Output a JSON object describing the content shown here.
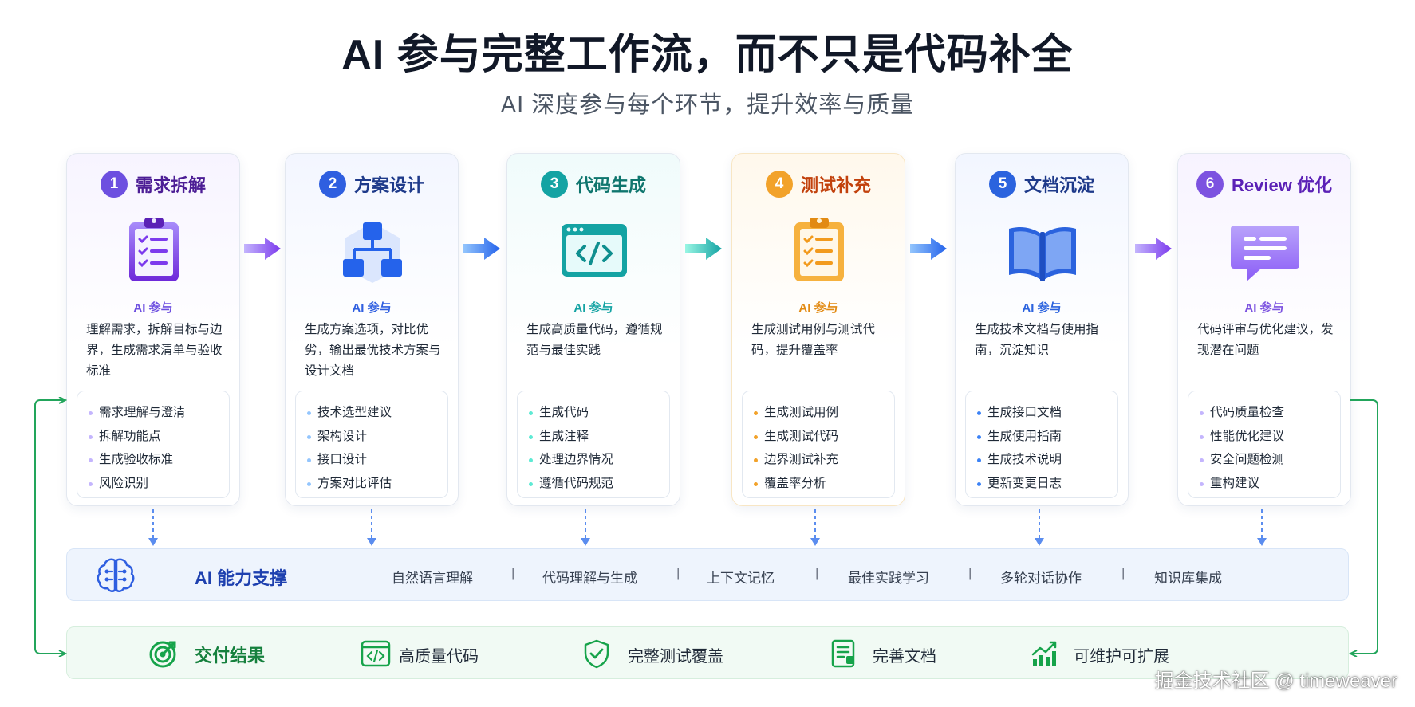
{
  "header": {
    "title": "AI 参与完整工作流，而不只是代码补全",
    "subtitle": "AI 深度参与每个环节，提升效率与质量"
  },
  "steps": [
    {
      "number": "1",
      "title": "需求拆解",
      "icon": "clipboard-checklist-icon",
      "color": "#6d4fe0",
      "ai_label": "AI 参与",
      "desc": "理解需求，拆解目标与边界，生成需求清单与验收标准",
      "items": [
        "需求理解与澄清",
        "拆解功能点",
        "生成验收标准",
        "风险识别"
      ]
    },
    {
      "number": "2",
      "title": "方案设计",
      "icon": "hierarchy-diagram-icon",
      "color": "#2f5fe0",
      "ai_label": "AI 参与",
      "desc": "生成方案选项，对比优劣，输出最优技术方案与设计文档",
      "items": [
        "技术选型建议",
        "架构设计",
        "接口设计",
        "方案对比评估"
      ]
    },
    {
      "number": "3",
      "title": "代码生成",
      "icon": "code-window-icon",
      "color": "#14a3a3",
      "ai_label": "AI 参与",
      "desc": "生成高质量代码，遵循规范与最佳实践",
      "items": [
        "生成代码",
        "生成注释",
        "处理边界情况",
        "遵循代码规范"
      ]
    },
    {
      "number": "4",
      "title": "测试补充",
      "icon": "test-clipboard-icon",
      "color": "#f2a22a",
      "ai_label": "AI 参与",
      "desc": "生成测试用例与测试代码，提升覆盖率",
      "items": [
        "生成测试用例",
        "生成测试代码",
        "边界测试补充",
        "覆盖率分析"
      ]
    },
    {
      "number": "5",
      "title": "文档沉淀",
      "icon": "open-book-icon",
      "color": "#2b63de",
      "ai_label": "AI 参与",
      "desc": "生成技术文档与使用指南，沉淀知识",
      "items": [
        "生成接口文档",
        "生成使用指南",
        "生成技术说明",
        "更新变更日志"
      ]
    },
    {
      "number": "6",
      "title": "Review 优化",
      "icon": "review-chat-icon",
      "color": "#7c52e0",
      "ai_label": "AI 参与",
      "desc": "代码评审与优化建议，发现潜在问题",
      "items": [
        "代码质量检查",
        "性能优化建议",
        "安全问题检测",
        "重构建议"
      ]
    }
  ],
  "support": {
    "icon": "ai-brain-icon",
    "title": "AI 能力支撑",
    "capabilities": [
      "自然语言理解",
      "代码理解与生成",
      "上下文记忆",
      "最佳实践学习",
      "多轮对话协作",
      "知识库集成"
    ],
    "separator": "|"
  },
  "result": {
    "icon": "target-icon",
    "title": "交付结果",
    "items": [
      {
        "label": "高质量代码",
        "icon": "code-window-icon"
      },
      {
        "label": "完整测试覆盖",
        "icon": "shield-check-icon"
      },
      {
        "label": "完善文档",
        "icon": "document-icon"
      },
      {
        "label": "可维护可扩展",
        "icon": "growth-chart-icon"
      }
    ]
  },
  "watermark": "掘金技术社区 @ timeweaver"
}
